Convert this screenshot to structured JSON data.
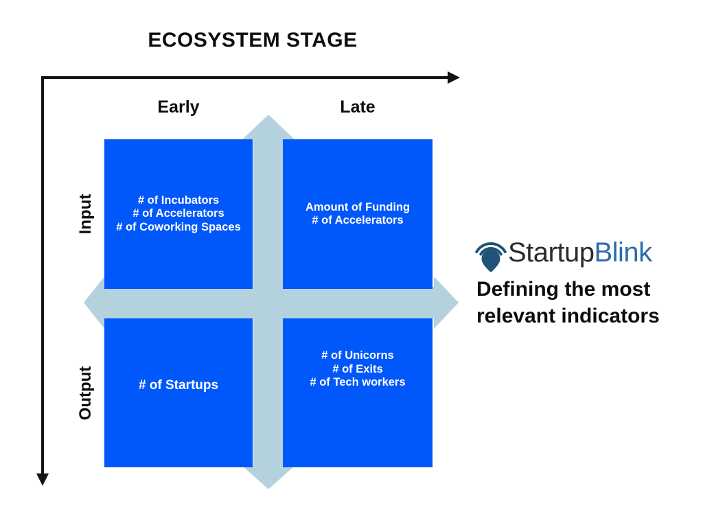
{
  "diagram": {
    "title": "ECOSYSTEM STAGE",
    "x_axis": {
      "labels": [
        "Early",
        "Late"
      ]
    },
    "y_axis": {
      "labels": [
        "Input",
        "Output"
      ]
    },
    "quadrants": [
      {
        "name": "input-early",
        "lines": [
          "# of Incubators",
          "# of Accelerators",
          "# of Coworking Spaces"
        ]
      },
      {
        "name": "input-late",
        "lines": [
          "Amount of Funding",
          "# of Accelerators"
        ]
      },
      {
        "name": "output-early",
        "lines": [
          "# of Startups"
        ]
      },
      {
        "name": "output-late",
        "lines": [
          "# of Unicorns",
          "# of Exits",
          "# of Tech workers"
        ]
      }
    ],
    "colors": {
      "quadrant_fill": "#0057fa",
      "cross_arrow": "#b4d2de",
      "axis": "#141414",
      "text_on_quadrant": "#ffffff"
    }
  },
  "branding": {
    "logo_text_primary": "Startup",
    "logo_text_secondary": "Blink",
    "tagline": "Defining the most relevant indicators",
    "colors": {
      "logo_pin": "#1f5378",
      "logo_primary_text": "#2b2b2e",
      "logo_secondary_text": "#2b6cab"
    }
  }
}
